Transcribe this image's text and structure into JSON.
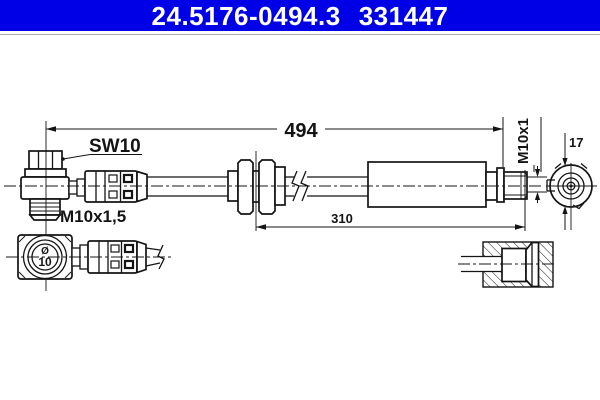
{
  "header": {
    "part_number": "24.5176-0494.3",
    "reference_number": "331447",
    "background_color": "#0000e6",
    "text_color": "#ffffff"
  },
  "drawing": {
    "line_color": "#141414",
    "labels": {
      "overall_length": "494",
      "intermediate_length": "310",
      "hex_size": "SW10",
      "left_thread": "M10x1,5",
      "right_thread": "M10x1",
      "end_fitting_width": "17",
      "eye_diameter_symbol": "Ø",
      "eye_diameter_value": "10"
    }
  }
}
